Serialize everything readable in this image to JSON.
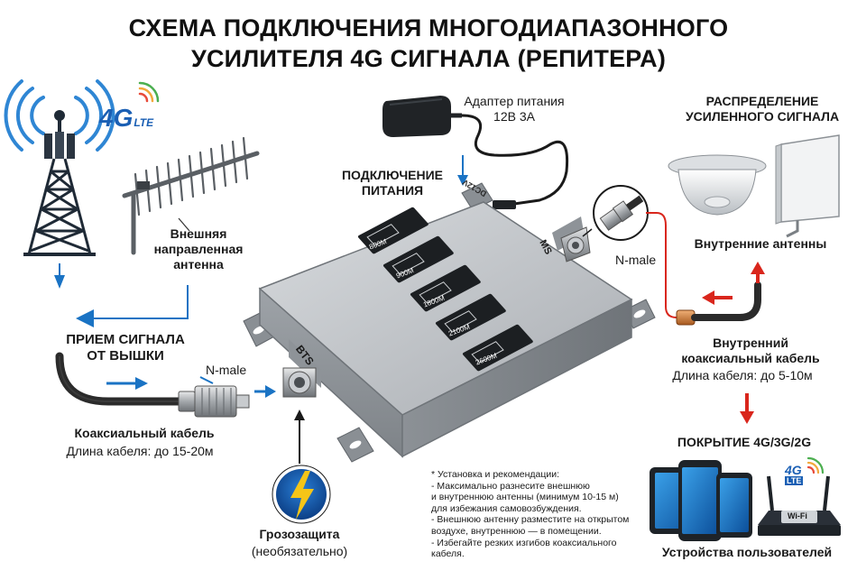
{
  "title": {
    "line1": "СХЕМА ПОДКЛЮЧЕНИЯ МНОГОДИАПАЗОННОГО",
    "line2": "УСИЛИТЕЛЯ 4G СИГНАЛА (РЕПИТЕРА)"
  },
  "tower": {
    "badge_main": "4G",
    "badge_sub": "LTE"
  },
  "external_antenna": {
    "label": [
      "Внешняя",
      "направленная",
      "антенна"
    ]
  },
  "signal_reception": {
    "label": [
      "ПРИЕМ СИГНАЛА",
      "ОТ ВЫШКИ"
    ]
  },
  "outdoor_cable": {
    "title": "Коаксиальный кабель",
    "length": "Длина кабеля: до 15-20м"
  },
  "connector_left": {
    "label": "N-male"
  },
  "connector_right": {
    "label": "N-male"
  },
  "power_adapter": {
    "label": [
      "Адаптер питания",
      "12В 3А"
    ]
  },
  "power_connection": {
    "label": [
      "ПОДКЛЮЧЕНИЕ",
      "ПИТАНИЯ"
    ]
  },
  "repeater": {
    "port_in": "BTS",
    "port_out": "MS",
    "power_port": "DC12V",
    "bands": [
      "800M",
      "900M",
      "1800M",
      "2100M",
      "2600M"
    ]
  },
  "lightning": {
    "label": "Грозозащита",
    "note": "(необязательно)"
  },
  "distribution": {
    "label": [
      "РАСПРЕДЕЛЕНИЕ",
      "УСИЛЕННОГО СИГНАЛА"
    ]
  },
  "indoor_antennas": {
    "label": "Внутренние антенны"
  },
  "indoor_cable": {
    "title": [
      "Внутренний",
      "коаксиальный кабель"
    ],
    "length": "Длина кабеля: до 5-10м"
  },
  "coverage": {
    "label": "ПОКРЫТИЕ 4G/3G/2G"
  },
  "user_devices": {
    "label": "Устройства пользователей",
    "router_badge": "4G",
    "router_sub": "LTE",
    "router_text": "Wi-Fi"
  },
  "notes": [
    "* Установка и рекомендации:",
    "- Максимально разнесите внешнюю",
    "и внутреннюю антенны (минимум 10-15 м)",
    "для избежания самовозбуждения.",
    "- Внешнюю антенну разместите на открытом",
    "воздухе, внутреннюю — в помещении.",
    "- Избегайте резких изгибов коаксиального",
    "кабеля."
  ],
  "colors": {
    "blue": "#1a73c4",
    "red": "#d9261c",
    "dark": "#1f2a36",
    "metal": "#b8bcc0"
  }
}
